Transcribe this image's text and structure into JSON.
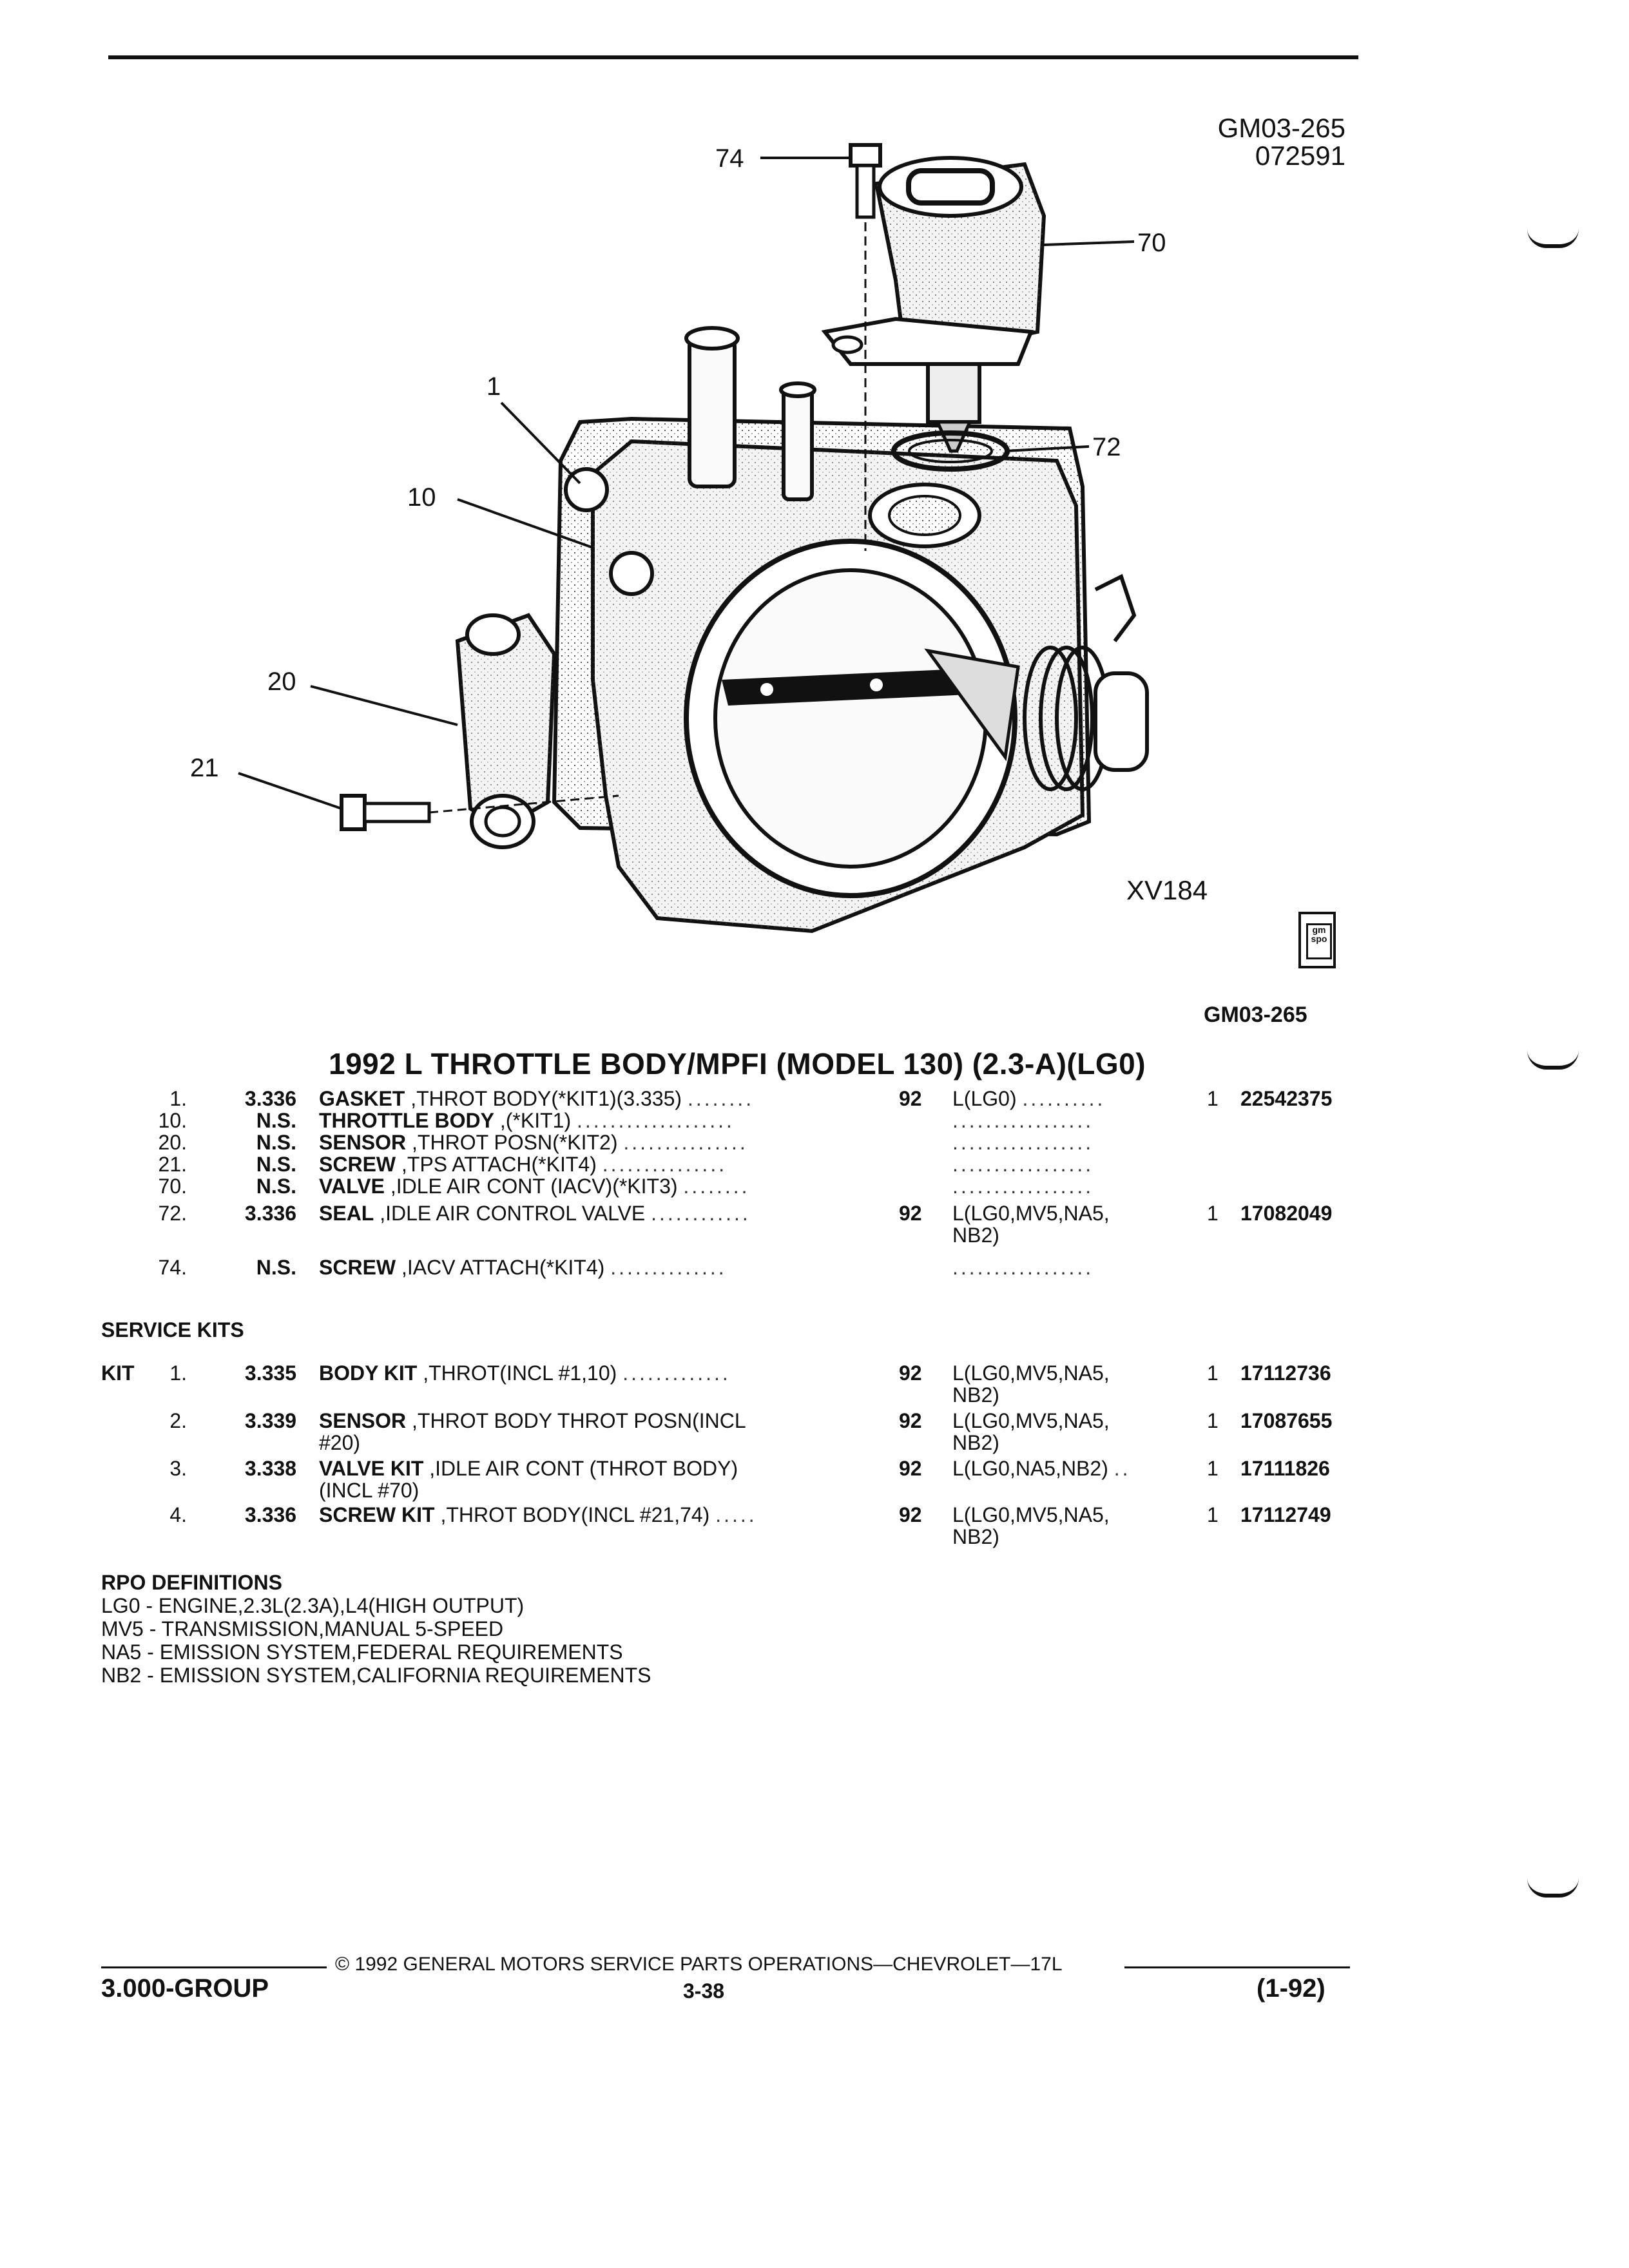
{
  "header": {
    "illustration_code": "GM03-265",
    "illustration_date": "072591",
    "view_code": "XV184",
    "illustration_code_2": "GM03-265"
  },
  "diagram": {
    "callouts": [
      "74",
      "70",
      "72",
      "1",
      "10",
      "20",
      "21"
    ],
    "components": [
      "throttle-body",
      "idle-air-control-valve",
      "seal-ring",
      "throttle-position-sensor",
      "tps-screw",
      "iacv-screw",
      "gasket"
    ]
  },
  "catalog": {
    "title": "1992 L THROTTLE BODY/MPFI (MODEL 130) (2.3-A)(LG0)",
    "parts": [
      {
        "key": "1.",
        "ref": "3.336",
        "name": "GASKET",
        "desc": ",THROT BODY(*KIT1)(3.335)",
        "year": "92",
        "app": "L(LG0)",
        "qty": "1",
        "part": "22542375"
      },
      {
        "key": "10.",
        "ref": "N.S.",
        "name": "THROTTLE BODY",
        "desc": ",(*KIT1)",
        "year": "",
        "app": "",
        "qty": "",
        "part": ""
      },
      {
        "key": "20.",
        "ref": "N.S.",
        "name": "SENSOR",
        "desc": ",THROT POSN(*KIT2)",
        "year": "",
        "app": "",
        "qty": "",
        "part": ""
      },
      {
        "key": "21.",
        "ref": "N.S.",
        "name": "SCREW",
        "desc": ",TPS ATTACH(*KIT4)",
        "year": "",
        "app": "",
        "qty": "",
        "part": ""
      },
      {
        "key": "70.",
        "ref": "N.S.",
        "name": "VALVE",
        "desc": ",IDLE AIR CONT (IACV)(*KIT3)",
        "year": "",
        "app": "",
        "qty": "",
        "part": ""
      },
      {
        "key": "72.",
        "ref": "3.336",
        "name": "SEAL",
        "desc": ",IDLE AIR CONTROL VALVE",
        "year": "92",
        "app": "L(LG0,MV5,NA5,",
        "app2": "NB2)",
        "qty": "1",
        "part": "17082049"
      },
      {
        "key": "74.",
        "ref": "N.S.",
        "name": "SCREW",
        "desc": ",IACV ATTACH(*KIT4)",
        "year": "",
        "app": "",
        "qty": "",
        "part": ""
      }
    ]
  },
  "service_kits": {
    "heading": "SERVICE KITS",
    "kit_label": "KIT",
    "items": [
      {
        "key": "1.",
        "ref": "3.335",
        "name": "BODY KIT",
        "desc": ",THROT(INCL #1,10)",
        "desc2": "",
        "year": "92",
        "app": "L(LG0,MV5,NA5,",
        "app2": "NB2)",
        "qty": "1",
        "part": "17112736"
      },
      {
        "key": "2.",
        "ref": "3.339",
        "name": "SENSOR",
        "desc": ",THROT BODY THROT POSN(INCL",
        "desc2": "#20)",
        "year": "92",
        "app": "L(LG0,MV5,NA5,",
        "app2": "NB2)",
        "qty": "1",
        "part": "17087655"
      },
      {
        "key": "3.",
        "ref": "3.338",
        "name": "VALVE KIT",
        "desc": ",IDLE AIR CONT (THROT BODY)",
        "desc2": "(INCL #70)",
        "year": "92",
        "app": "L(LG0,NA5,NB2)",
        "app2": "",
        "qty": "1",
        "part": "17111826"
      },
      {
        "key": "4.",
        "ref": "3.336",
        "name": "SCREW KIT",
        "desc": ",THROT BODY(INCL #21,74)",
        "desc2": "",
        "year": "92",
        "app": "L(LG0,MV5,NA5,",
        "app2": "NB2)",
        "qty": "1",
        "part": "17112749"
      }
    ]
  },
  "rpo": {
    "heading": "RPO DEFINITIONS",
    "lines": [
      "LG0 - ENGINE,2.3L(2.3A),L4(HIGH OUTPUT)",
      "MV5 - TRANSMISSION,MANUAL 5-SPEED",
      "NA5 - EMISSION SYSTEM,FEDERAL REQUIREMENTS",
      "NB2 - EMISSION SYSTEM,CALIFORNIA REQUIREMENTS"
    ]
  },
  "footer": {
    "copyright": "© 1992 GENERAL MOTORS SERVICE PARTS OPERATIONS—CHEVROLET—17L",
    "group": "3.000-GROUP",
    "page": "3-38",
    "revision": "(1-92)"
  },
  "badge": {
    "label": "gm spo"
  }
}
